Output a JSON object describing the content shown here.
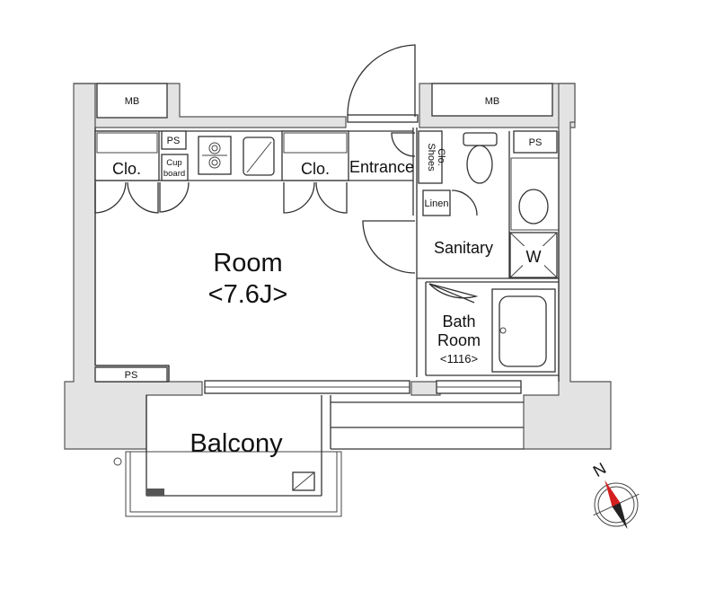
{
  "rooms": {
    "room": {
      "name": "Room",
      "size": "<7.6J>"
    },
    "balcony": "Balcony",
    "entrance": "Entrance",
    "sanitary": "Sanitary",
    "bath_line1": "Bath",
    "bath_line2": "Room",
    "bath_size": "<1116>"
  },
  "fixtures": {
    "mb_left": "MB",
    "mb_right": "MB",
    "ps_top": "PS",
    "ps_right": "PS",
    "ps_bottom": "PS",
    "closet_left": "Clo.",
    "closet_mid": "Clo.",
    "cupboard_line1": "Cup",
    "cupboard_line2": "board",
    "shoes_line1": "Shoes",
    "shoes_line2": "Clo.",
    "linen": "Linen",
    "washer": "W"
  },
  "compass": {
    "north_label": "N",
    "needle_color": "#d42020"
  },
  "colors": {
    "wall_fill": "#e3e3e3",
    "line": "#333333"
  }
}
